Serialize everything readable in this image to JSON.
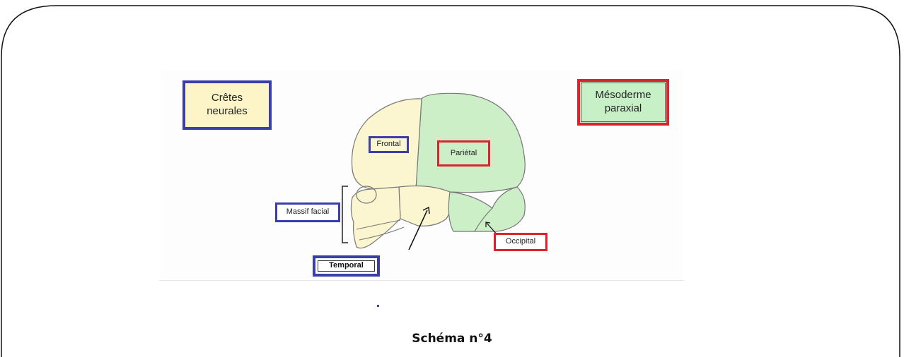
{
  "labels": {
    "cretes": "Crêtes\nneurales",
    "mesoderme": "Mésoderme\nparaxial",
    "frontal": "Frontal",
    "parietal": "Pariétal",
    "massif": "Massif facial",
    "temporal": "Temporal",
    "occipital": "Occipital"
  },
  "caption": "Schéma n°4",
  "colors": {
    "neural_crest_fill": "#fdf5c8",
    "neural_crest_border": "#3a3fa8",
    "mesoderm_fill": "#c8f0c6",
    "mesoderm_border": "#d9232e"
  }
}
